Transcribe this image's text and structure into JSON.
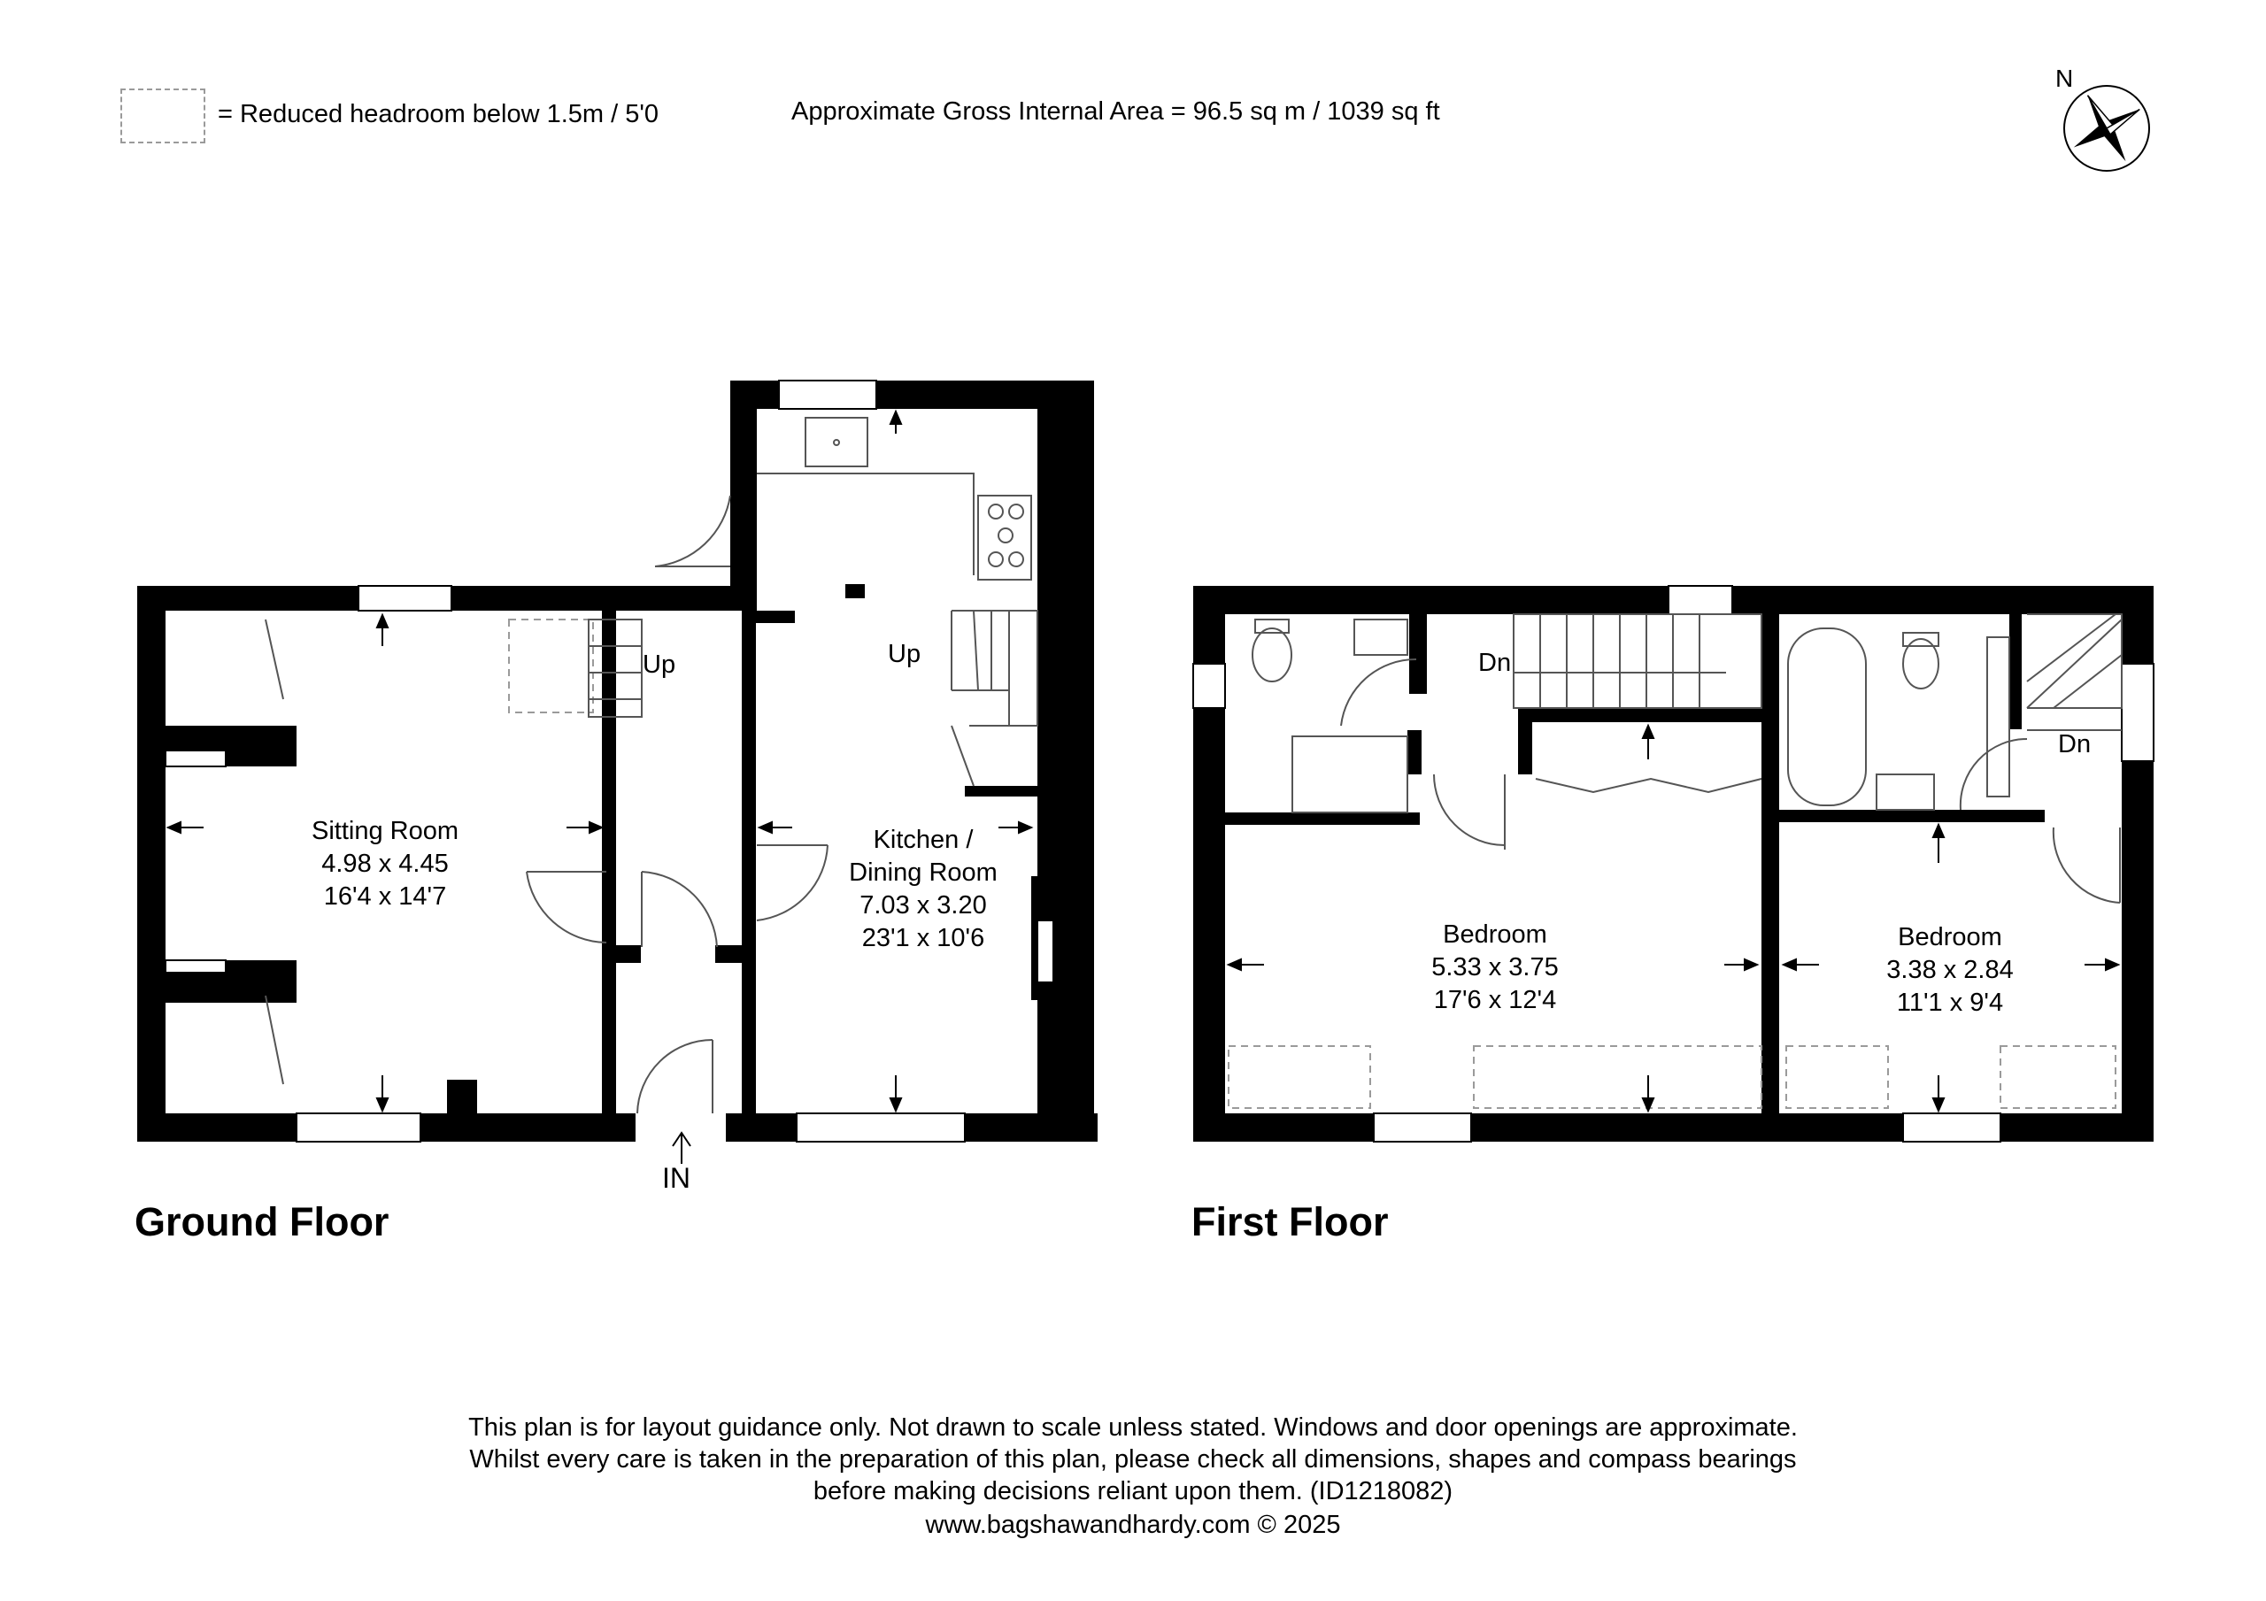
{
  "legend": {
    "text": "= Reduced headroom below 1.5m / 5'0"
  },
  "gross_area": "Approximate Gross Internal Area = 96.5 sq m / 1039 sq ft",
  "compass": {
    "label": "N",
    "icon": "compass-rose-icon"
  },
  "ground_floor": {
    "title": "Ground Floor",
    "entrance": "IN",
    "rooms": {
      "sitting": {
        "name": "Sitting Room",
        "metric": "4.98 x 4.45",
        "imperial": "16'4 x 14'7"
      },
      "kitchen": {
        "name_line1": "Kitchen /",
        "name_line2": "Dining Room",
        "metric": "7.03 x 3.20",
        "imperial": "23'1 x 10'6"
      }
    },
    "stairs_up_1": "Up",
    "stairs_up_2": "Up"
  },
  "first_floor": {
    "title": "First Floor",
    "rooms": {
      "bedroom1": {
        "name": "Bedroom",
        "metric": "5.33 x 3.75",
        "imperial": "17'6 x 12'4"
      },
      "bedroom2": {
        "name": "Bedroom",
        "metric": "3.38 x 2.84",
        "imperial": "11'1 x 9'4"
      }
    },
    "stairs_down_1": "Dn",
    "stairs_down_2": "Dn"
  },
  "footer": {
    "line1": "This plan is for layout guidance only. Not drawn to scale unless stated. Windows and door openings are approximate.",
    "line2": "Whilst every care is taken in the preparation of this plan, please check all dimensions, shapes and compass bearings",
    "line3": "before making decisions reliant upon them. (ID1218082)",
    "line4": "www.bagshawandhardy.com © 2025"
  },
  "colors": {
    "wall": "#000000",
    "fixture_line": "#555555",
    "dashed": "#9a9a9a"
  }
}
